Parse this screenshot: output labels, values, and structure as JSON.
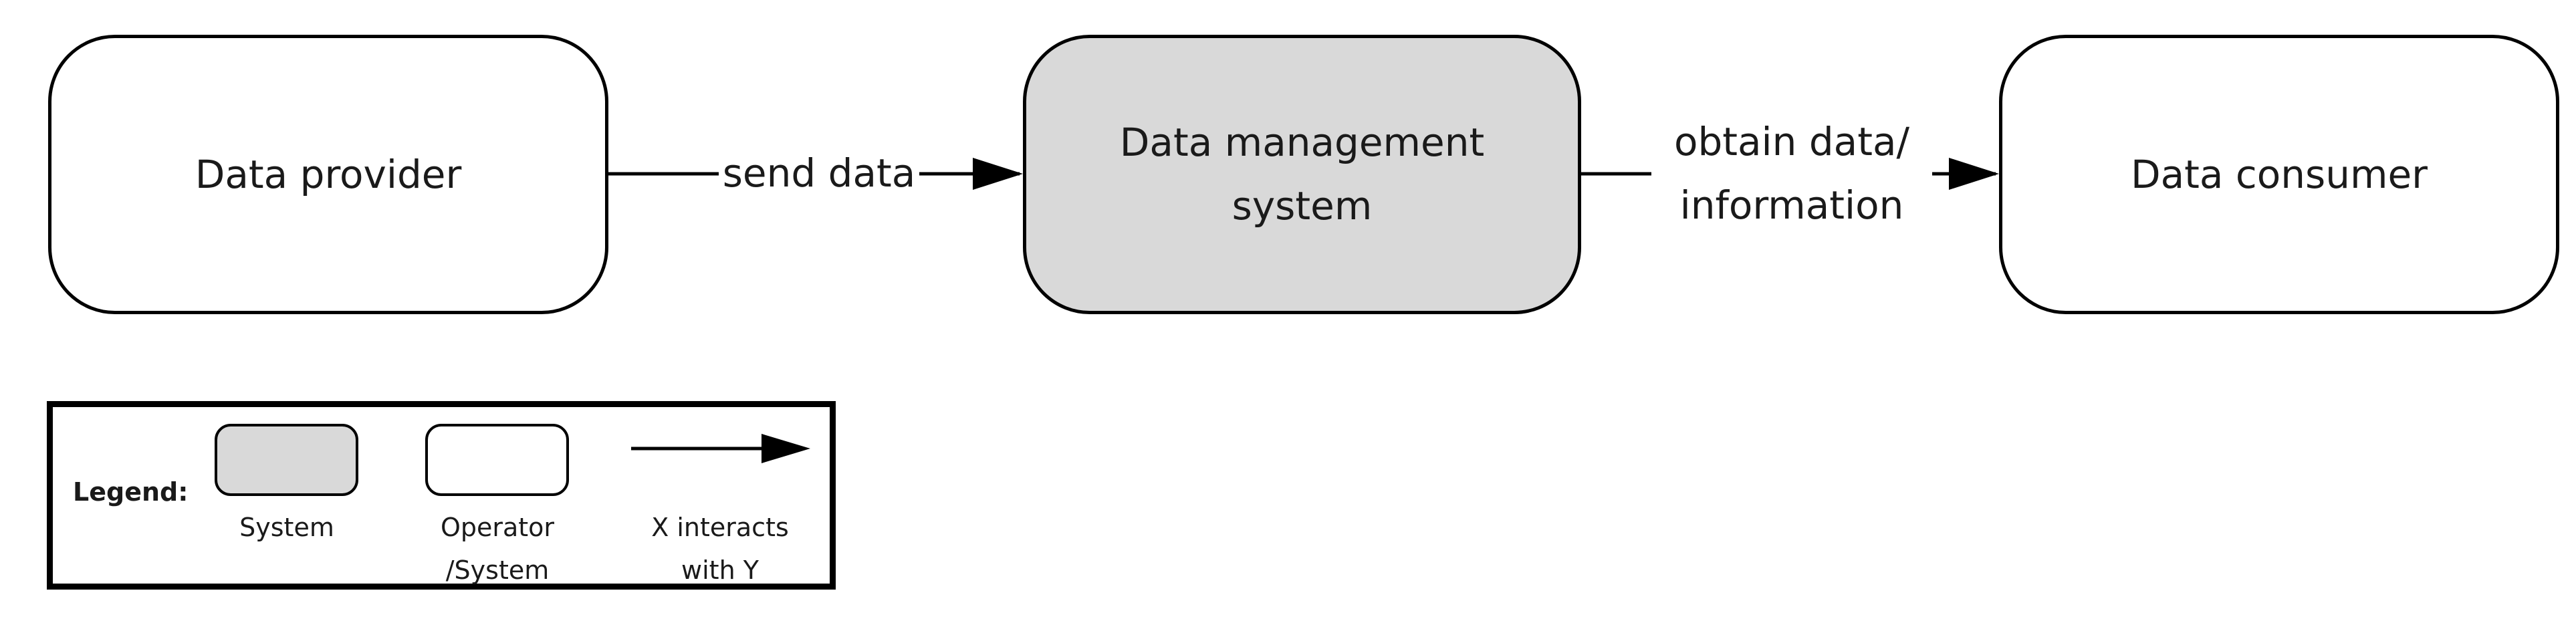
{
  "colors": {
    "system_fill": "#d9d9d9",
    "operator_fill": "#ffffff",
    "stroke": "#000000"
  },
  "nodes": {
    "provider": {
      "label": "Data provider"
    },
    "system": {
      "label": "Data management\nsystem"
    },
    "consumer": {
      "label": "Data consumer"
    }
  },
  "edges": {
    "send": {
      "label": "send data"
    },
    "obtain": {
      "label": "obtain data/\ninformation"
    }
  },
  "legend": {
    "title": "Legend:",
    "system": "System",
    "operator": "Operator\n/System",
    "interaction": "X interacts\nwith Y"
  }
}
